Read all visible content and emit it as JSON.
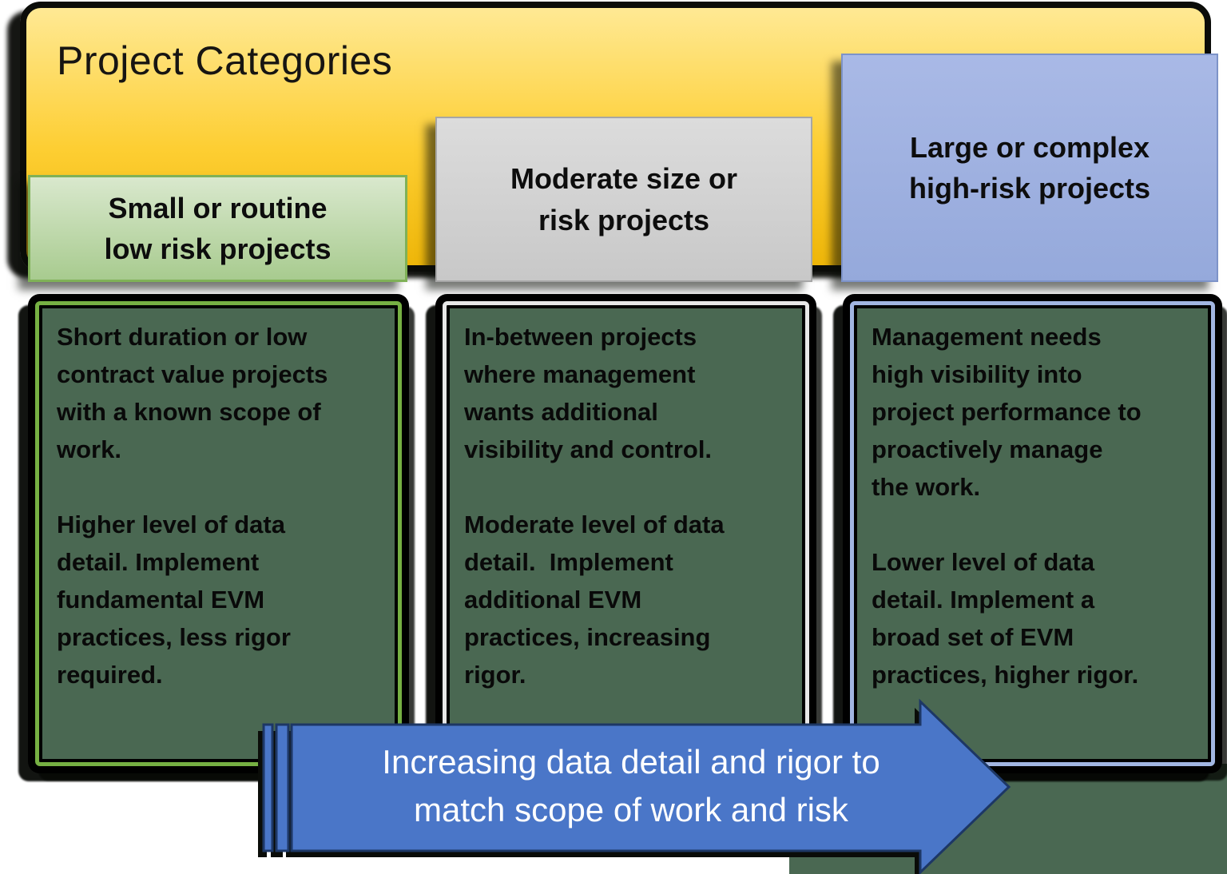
{
  "title": "Project Categories",
  "columns": [
    {
      "name": "small-or-routine-low-risk",
      "header": "Small or routine\nlow risk projects",
      "body": "Short duration or low\ncontract value projects\nwith a known scope of\nwork.\n\nHigher level of data\ndetail. Implement\nfundamental EVM\npractices, less rigor\nrequired."
    },
    {
      "name": "moderate-size-or-risk",
      "header": "Moderate size or\nrisk projects",
      "body": "In-between projects\nwhere management\nwants additional\nvisibility and control.\n\nModerate level of data\ndetail.  Implement\nadditional EVM\npractices, increasing\nrigor."
    },
    {
      "name": "large-or-complex-high-risk",
      "header": "Large or complex\nhigh-risk projects",
      "body": "Management needs\nhigh visibility into\nproject performance to\nproactively manage\nthe work.\n\nLower level of data\ndetail. Implement a\nbroad set of EVM\npractices, higher rigor."
    }
  ],
  "arrow": {
    "text": "Increasing data detail and rigor to\nmatch scope of work and risk"
  },
  "colors": {
    "sage": "#4a6852",
    "yellow-top": "#ffe994",
    "yellow-mid": "#fdce32",
    "yellow-bot": "#eeb609",
    "green-top": "#d9e8cd",
    "green-bot": "#a8cb8f",
    "green-border": "#7fb157",
    "gray-top": "#dcdcdc",
    "gray-bot": "#c8c8c8",
    "gray-border": "#a6a6a6",
    "blue-top": "#a9b9e6",
    "blue-bot": "#95a9db",
    "blue-border": "#7d93c8",
    "col1-line": "#76b043",
    "col2-line": "#e8e8e8",
    "col3-line": "#a2b6e2",
    "arrow-fill": "#4a76c8",
    "arrow-stroke": "#1d3765",
    "arrow-text": "#ffffff"
  }
}
